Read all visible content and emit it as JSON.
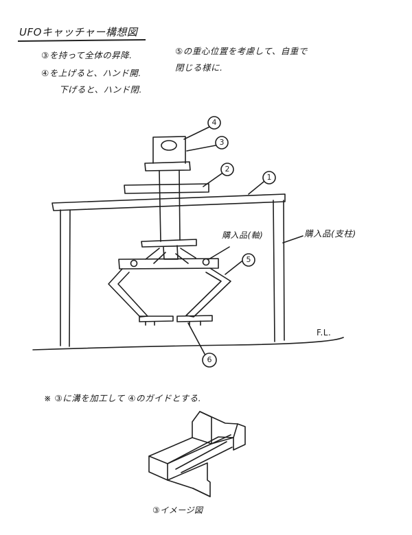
{
  "title": "UFOキャッチャー構想図",
  "notes": {
    "line1": "③を持って全体の昇降.",
    "line2": "④を上げると、ハンド開.",
    "line3": "下げると、ハンド閉.",
    "line4": "⑤の重心位置を考慮して、自重で",
    "line5": "閉じる様に."
  },
  "labels": {
    "bought_shaft": "購入品(軸)",
    "bought_pillar": "購入品(支柱)",
    "floor_line": "F.L."
  },
  "callouts": [
    "1",
    "2",
    "3",
    "4",
    "5",
    "6"
  ],
  "footnote": "※ ③に溝を加工して ④のガイドとする.",
  "caption": "③イメージ図"
}
